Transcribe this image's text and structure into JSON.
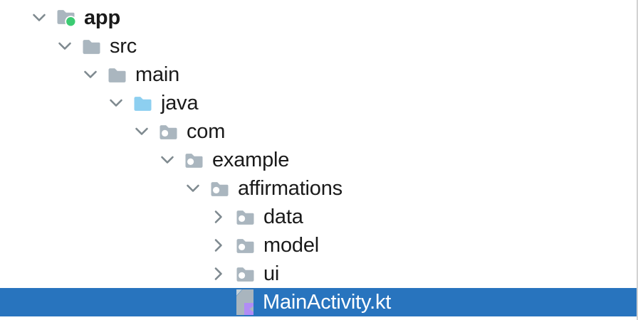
{
  "panel": {
    "kind": "project-tree",
    "colors": {
      "selection_bg": "#2874BE",
      "selection_text": "#FFFFFF",
      "text": "#1A1A1A",
      "chevron": "#7E898F",
      "folder_gray": "#AAB6BF",
      "source_folder_blue": "#8DCFF0",
      "package_dot": "#FFFFFF",
      "module_green_dot": "#3BCB72",
      "file_page_gray": "#A9B5BE",
      "file_fold_light": "#C7D1D8",
      "kotlin_purple": "#B18CF6",
      "panel_border": "#D2D2D2",
      "background": "#FFFFFF"
    }
  },
  "tree": {
    "items": [
      {
        "label": "app",
        "type": "module-folder",
        "icon": "module-folder-icon",
        "depth": 0,
        "expanded": true,
        "bold": true,
        "selected": false
      },
      {
        "label": "src",
        "type": "folder",
        "icon": "folder-icon",
        "depth": 1,
        "expanded": true,
        "bold": false,
        "selected": false
      },
      {
        "label": "main",
        "type": "folder",
        "icon": "folder-icon",
        "depth": 2,
        "expanded": true,
        "bold": false,
        "selected": false
      },
      {
        "label": "java",
        "type": "source-folder",
        "icon": "source-folder-icon",
        "depth": 3,
        "expanded": true,
        "bold": false,
        "selected": false
      },
      {
        "label": "com",
        "type": "package",
        "icon": "package-icon",
        "depth": 4,
        "expanded": true,
        "bold": false,
        "selected": false
      },
      {
        "label": "example",
        "type": "package",
        "icon": "package-icon",
        "depth": 5,
        "expanded": true,
        "bold": false,
        "selected": false
      },
      {
        "label": "affirmations",
        "type": "package",
        "icon": "package-icon",
        "depth": 6,
        "expanded": true,
        "bold": false,
        "selected": false
      },
      {
        "label": "data",
        "type": "package",
        "icon": "package-icon",
        "depth": 7,
        "expanded": false,
        "bold": false,
        "selected": false
      },
      {
        "label": "model",
        "type": "package",
        "icon": "package-icon",
        "depth": 7,
        "expanded": false,
        "bold": false,
        "selected": false
      },
      {
        "label": "ui",
        "type": "package",
        "icon": "package-icon",
        "depth": 7,
        "expanded": false,
        "bold": false,
        "selected": false
      },
      {
        "label": "MainActivity.kt",
        "type": "kotlin-file",
        "icon": "kotlin-file-icon",
        "depth": 7,
        "expanded": null,
        "bold": false,
        "selected": true
      }
    ]
  }
}
